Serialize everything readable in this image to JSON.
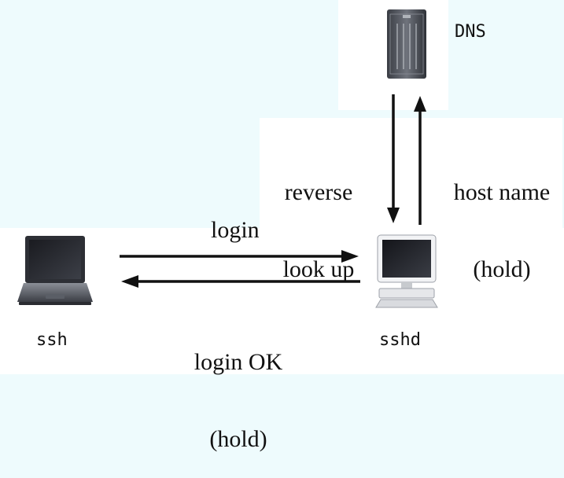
{
  "nodes": {
    "dns": {
      "label": "DNS"
    },
    "client": {
      "label": "ssh"
    },
    "server": {
      "label": "sshd"
    }
  },
  "edges": {
    "login": {
      "label": "login"
    },
    "login_ok": {
      "label_line1": "login OK",
      "label_line2": "(hold)"
    },
    "reverse_lookup": {
      "label_line1": "reverse",
      "label_line2": "look up"
    },
    "host_name": {
      "label_line1": "host name",
      "label_line2": "(hold)"
    }
  },
  "colors": {
    "background": "#eefbfd",
    "arrow": "#111111"
  }
}
